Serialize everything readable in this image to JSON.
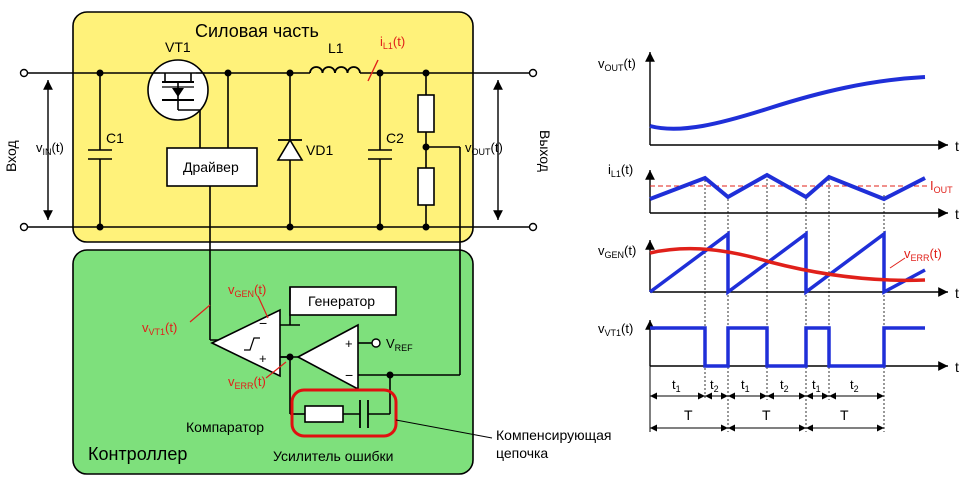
{
  "power_block": {
    "title": "Силовая часть"
  },
  "controller_block": {
    "title": "Контроллер"
  },
  "components": {
    "vt1": "VT1",
    "c1": "C1",
    "l1": "L1",
    "vd1": "VD1",
    "c2": "C2",
    "driver": "Драйвер",
    "generator": "Генератор"
  },
  "signals": {
    "il1": "i",
    "il1_sub": "L1",
    "il1_tail": "(t)",
    "vin": "v",
    "vin_sub": "IN",
    "vin_tail": "(t)",
    "vout": "v",
    "vout_sub": "OUT",
    "vout_tail": "(t)",
    "vgen": "v",
    "vgen_sub": "GEN",
    "vgen_tail": "(t)",
    "vvt1": "v",
    "vvt1_sub": "VT1",
    "vvt1_tail": "(t)",
    "verr": "v",
    "verr_sub": "ERR",
    "verr_tail": "(t)",
    "vref": "V",
    "vref_sub": "REF"
  },
  "side_labels": {
    "input": "Вход",
    "output": "Выход"
  },
  "captions": {
    "comparator": "Компаратор",
    "error_amp": "Усилитель ошибки",
    "compensation_1": "Компенсирующая",
    "compensation_2": "цепочка"
  },
  "graph": {
    "t": "t",
    "iout": "I",
    "iout_sub": "OUT",
    "t1": "t",
    "t1_sub": "1",
    "t2": "t",
    "t2_sub": "2",
    "period": "T"
  },
  "colors": {
    "power_fill": "#fff27a",
    "controller_fill": "#7ee07c",
    "signal_blue": "#1f2fd8",
    "signal_red": "#e0201a",
    "highlight": "#e01010"
  }
}
